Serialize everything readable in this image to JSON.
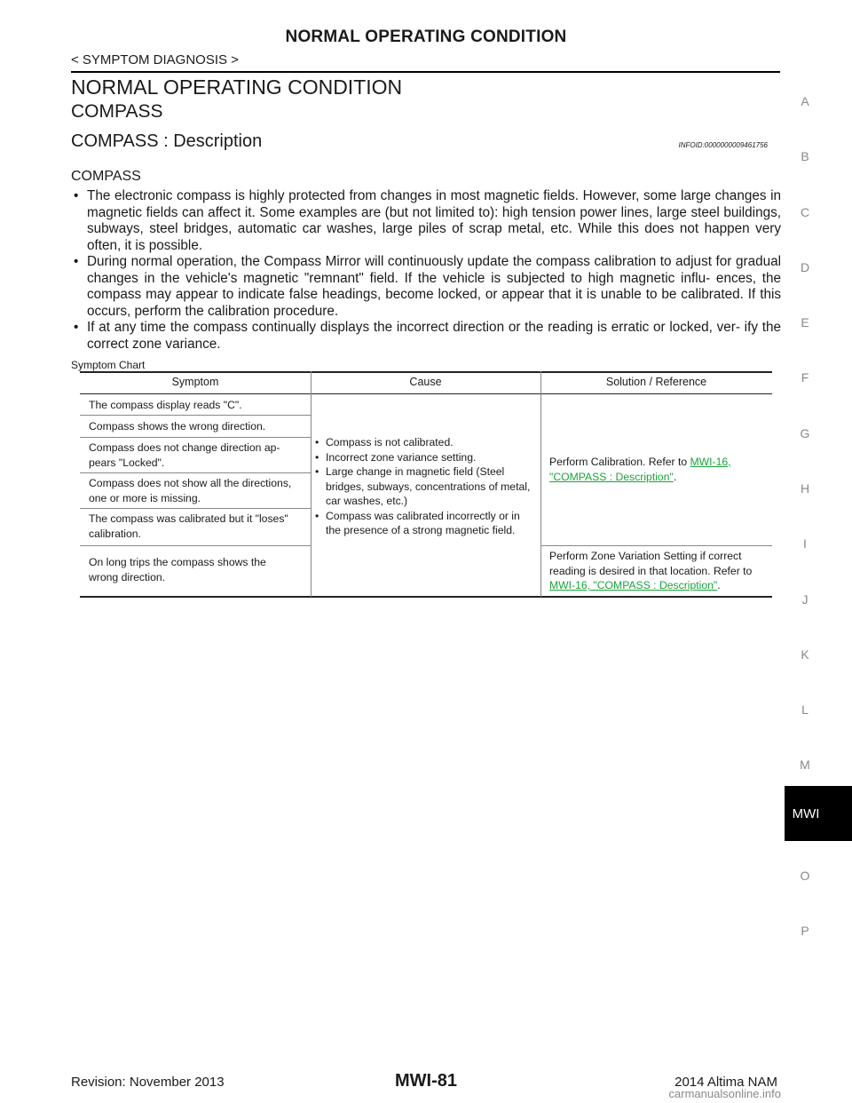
{
  "header": {
    "title": "NORMAL OPERATING CONDITION",
    "breadcrumb": "< SYMPTOM DIAGNOSIS >"
  },
  "section": {
    "h1": "NORMAL OPERATING CONDITION",
    "h2": "COMPASS",
    "h3": "COMPASS : Description",
    "infoid": "INFOID:0000000009461756",
    "h4": "COMPASS"
  },
  "bullets": [
    "The electronic compass is highly protected from changes in most magnetic fields. However, some large changes in magnetic fields can affect it. Some examples are (but not limited to): high tension power lines, large steel buildings, subways, steel bridges, automatic car washes, large piles of scrap metal, etc. While this does not happen very often, it is possible.",
    "During normal operation, the Compass Mirror will continuously update the compass calibration to adjust for gradual changes in the vehicle's magnetic \"remnant\" field. If the vehicle is subjected to high magnetic influ- ences, the compass may appear to indicate false headings, become locked, or appear that it is unable to be calibrated. If this occurs, perform the calibration procedure.",
    "If at any time the compass continually displays the incorrect direction or the reading is erratic or locked, ver- ify the correct zone variance."
  ],
  "symptom_chart": {
    "caption": "Symptom Chart",
    "headers": [
      "Symptom",
      "Cause",
      "Solution / Reference"
    ],
    "symptoms": [
      "The compass display reads \"C\".",
      "Compass shows the wrong direction.",
      "Compass does not change direction ap- pears \"Locked\".",
      "Compass does not show all the directions, one or more is missing.",
      "The compass was calibrated but it \"loses\" calibration.",
      "On long trips the compass shows the wrong direction."
    ],
    "causes": [
      "Compass is not calibrated.",
      "Incorrect zone variance setting.",
      "Large change in magnetic field (Steel bridges, subways, concentrations of metal, car washes, etc.)",
      "Compass was calibrated incorrectly or in the presence of a strong magnetic field."
    ],
    "solution_1": {
      "text": "Perform Calibration. Refer to ",
      "link_a": "MWI-16, ",
      "link_b": "\"COMPASS : Description\"",
      "end": "."
    },
    "solution_2": {
      "text": "Perform Zone Variation Setting if correct reading is desired in that location. Refer to ",
      "link": "MWI-16, \"COMPASS : Description\"",
      "end": "."
    }
  },
  "sidebar": {
    "letters": [
      "A",
      "B",
      "C",
      "D",
      "E",
      "F",
      "G",
      "H",
      "I",
      "J",
      "K",
      "L",
      "M",
      "O",
      "P"
    ],
    "active": "MWI"
  },
  "footer": {
    "revision": "Revision: November 2013",
    "page": "MWI-81",
    "model": "2014 Altima NAM",
    "watermark": "carmanualsonline.info"
  }
}
